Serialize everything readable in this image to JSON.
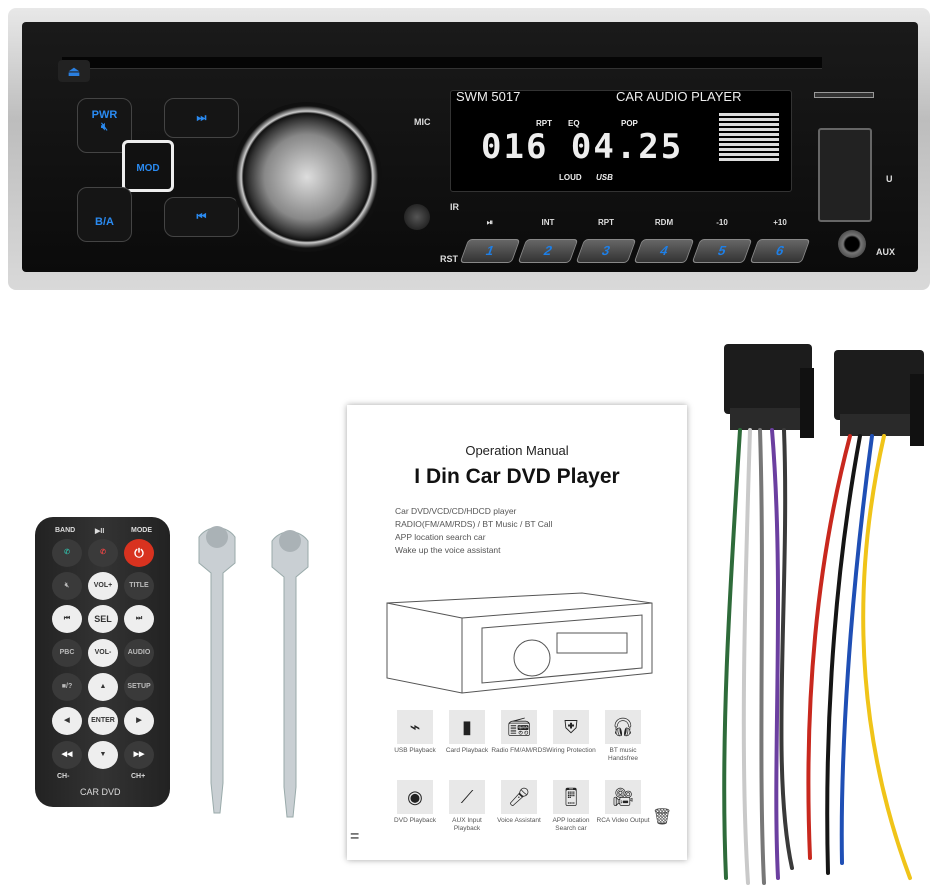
{
  "head_unit": {
    "model": "SWM  5017",
    "subtitle": "CAR AUDIO PLAYER",
    "left_buttons": {
      "pwr": "PWR",
      "mod": "MOD",
      "ba": "B/A",
      "next": "⏭",
      "prev": "⏮"
    },
    "mic_label": "MIC",
    "ir_label": "IR",
    "rst_label": "RST",
    "u_label": "U",
    "aux_label": "AUX",
    "lcd": {
      "indicators": [
        "RPT",
        "EQ",
        "POP",
        "LOUD",
        "USB"
      ],
      "digits": "016 04.25"
    },
    "preset_labels": [
      "⏯",
      "INT",
      "RPT",
      "RDM",
      "-10",
      "+10"
    ],
    "preset_numbers": [
      "1",
      "2",
      "3",
      "4",
      "5",
      "6"
    ]
  },
  "remote": {
    "labels": {
      "band": "BAND",
      "play": "▶II",
      "mode": "MODE",
      "ch_minus": "CH-",
      "ch_plus": "CH+",
      "brand": "CAR DVD"
    },
    "buttons": [
      "VOL+",
      "TITLE",
      "SEL",
      "PBC",
      "VOL-",
      "AUDIO",
      "■/?",
      "SETUP",
      "ENTER"
    ]
  },
  "manual": {
    "heading": "Operation Manual",
    "title": "I Din Car DVD Player",
    "features_text": [
      "Car DVD/VCD/CD/HDCD player",
      "RADIO(FM/AM/RDS) / BT Music / BT Call",
      "APP location search car",
      "Wake up the voice assistant"
    ],
    "features": [
      {
        "label": "USB Playback",
        "icon": "usb-icon"
      },
      {
        "label": "Card Playback",
        "icon": "sd-card-icon"
      },
      {
        "label": "Radio FM/AM/RDS",
        "icon": "radio-icon"
      },
      {
        "label": "Wiring Protection",
        "icon": "shield-icon"
      },
      {
        "label": "BT music Handsfree",
        "icon": "headphones-icon"
      },
      {
        "label": "DVD Playback",
        "icon": "disc-icon"
      },
      {
        "label": "AUX Input Playback",
        "icon": "aux-plug-icon"
      },
      {
        "label": "Voice Assistant",
        "icon": "microphone-icon"
      },
      {
        "label": "APP location Search car",
        "icon": "phone-location-icon"
      },
      {
        "label": "RCA Video Output",
        "icon": "video-camera-icon"
      }
    ]
  },
  "colors": {
    "accent_blue": "#1e7fe6",
    "power_red": "#d8321f"
  }
}
